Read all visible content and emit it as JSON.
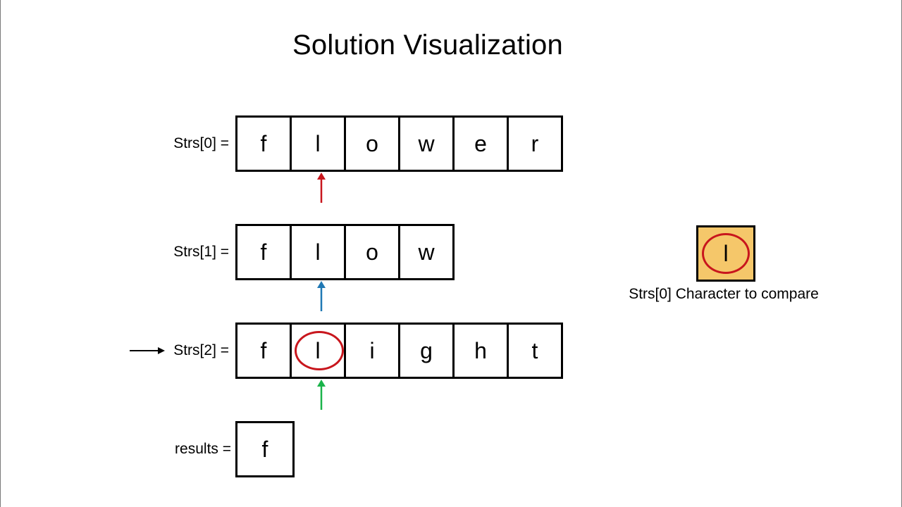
{
  "title": "Solution Visualization",
  "colors": {
    "ring": "#c8161d",
    "compare_fill": "#f5c76a",
    "arrow_strs0": "#c8161d",
    "arrow_strs1": "#1f78b4",
    "arrow_strs2": "#1ab34a",
    "row_pointer": "#000000"
  },
  "rows": [
    {
      "label": "Strs[0] =",
      "chars": [
        "f",
        "l",
        "o",
        "w",
        "e",
        "r"
      ]
    },
    {
      "label": "Strs[1] =",
      "chars": [
        "f",
        "l",
        "o",
        "w"
      ]
    },
    {
      "label": "Strs[2] =",
      "chars": [
        "f",
        "l",
        "i",
        "g",
        "h",
        "t"
      ]
    },
    {
      "label": "results =",
      "chars": [
        "f"
      ]
    }
  ],
  "current_index": 1,
  "current_row": 2,
  "compare": {
    "char": "l",
    "caption": "Strs[0] Character to compare"
  }
}
